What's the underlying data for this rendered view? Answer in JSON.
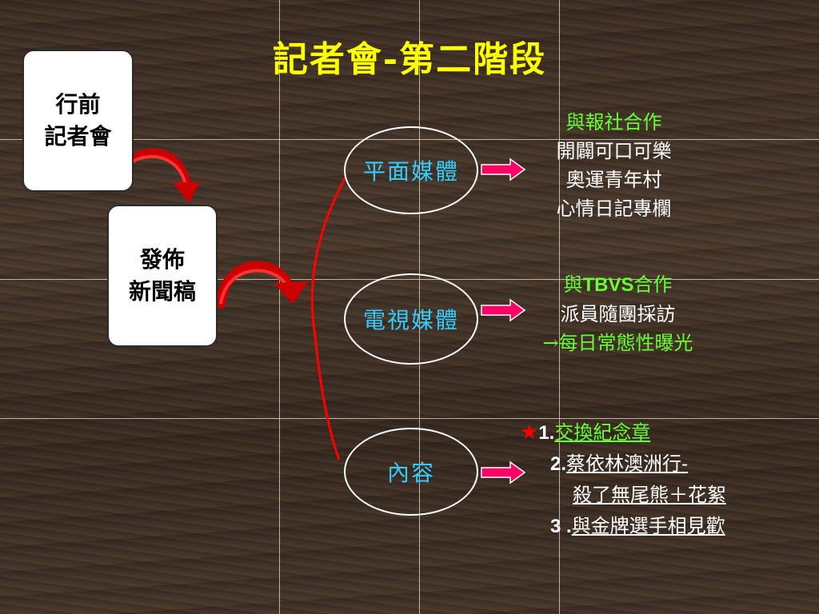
{
  "title": "記者會-第二階段",
  "cards": {
    "first": {
      "line1": "行前",
      "line2": "記者會"
    },
    "second": {
      "line1": "發佈",
      "line2": "新聞稿"
    }
  },
  "channels": {
    "print": {
      "label": "平面媒體",
      "heading": "與報社合作",
      "items": [
        "開闢可口可樂",
        "奧運青年村",
        "心情日記專欄"
      ]
    },
    "tv": {
      "label": "電視媒體",
      "heading_prefix": "與",
      "heading_latin": "TBVS",
      "heading_suffix": "合作",
      "item": "派員隨團採訪",
      "highlight": "→每日常態性曝光"
    },
    "content": {
      "label": "內容",
      "star": "★",
      "items": [
        {
          "num": "1.",
          "text": "交換紀念章"
        },
        {
          "num": "2.",
          "text": "蔡依林澳洲行-"
        },
        {
          "num": "",
          "text": "殺了無尾熊＋花絮"
        },
        {
          "num": "3 .",
          "text": "與金牌選手相見歡"
        }
      ]
    }
  },
  "colors": {
    "title": "#ffff00",
    "oval_text": "#33ccff",
    "highlight_text": "#66ff33",
    "arrow": "#ff0066",
    "curve": "#ff0000"
  }
}
